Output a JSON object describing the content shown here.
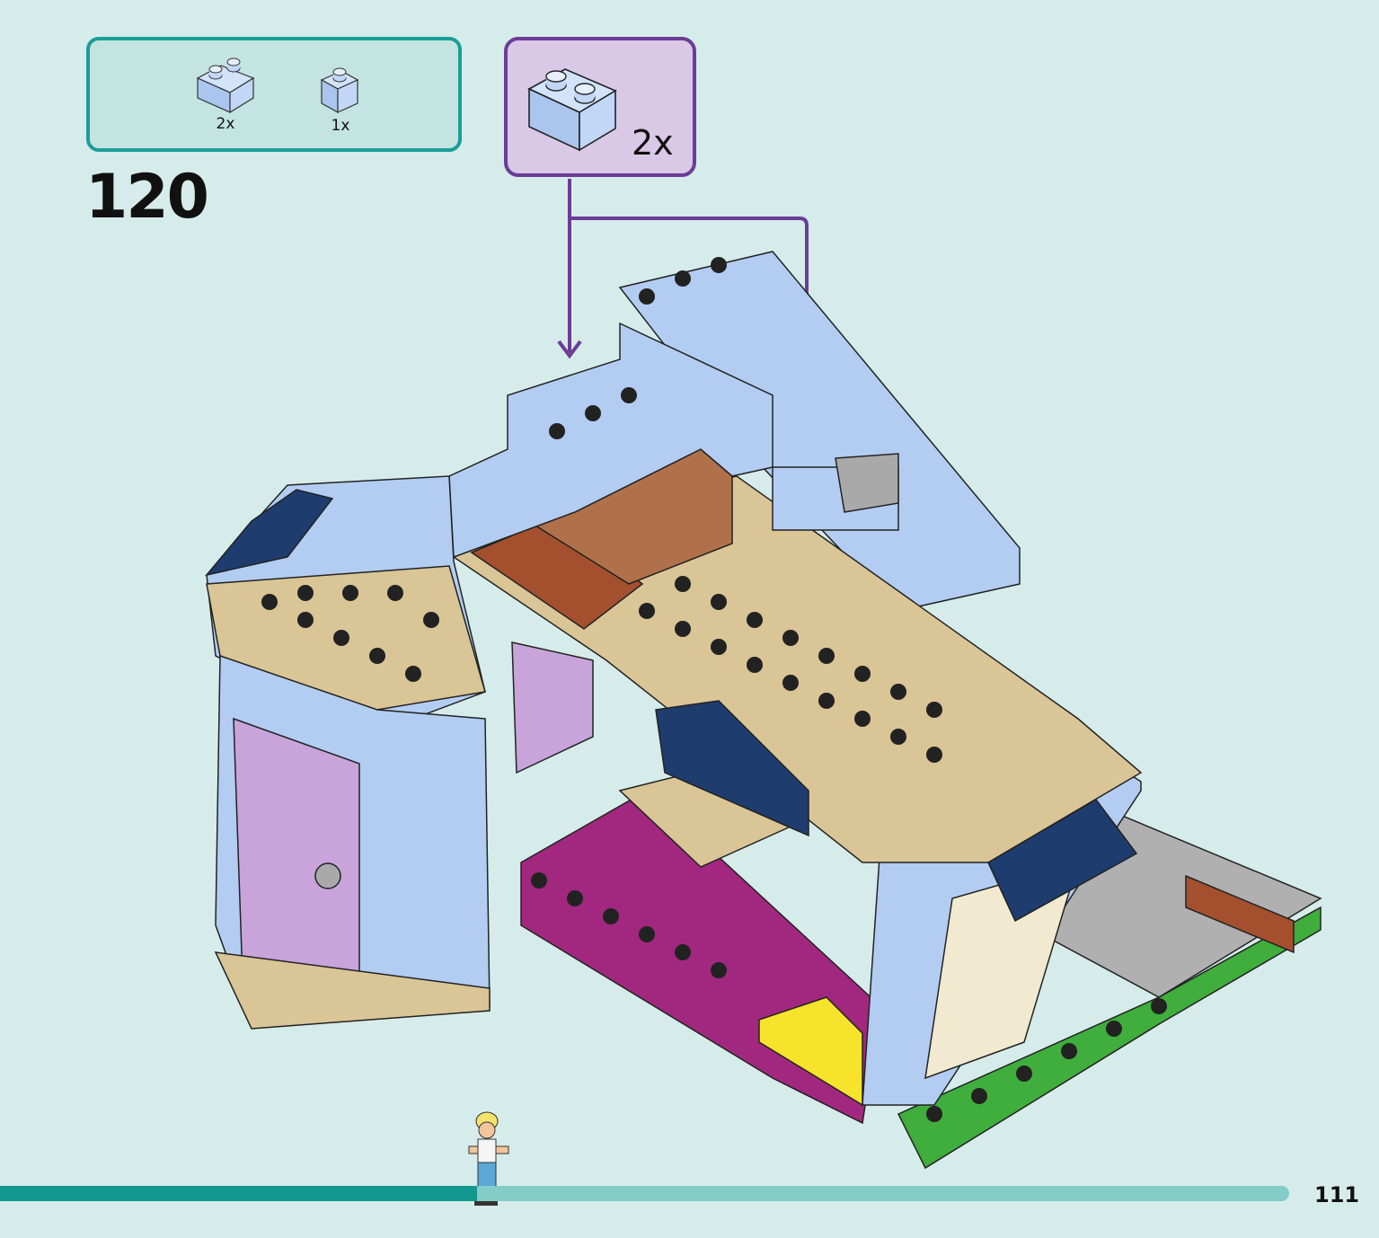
{
  "step": {
    "number": "120",
    "page_number": "111"
  },
  "parts_list": [
    {
      "qty": "2x",
      "icon": "brick-1x2-light-blue-icon",
      "color": "#b3cdf2"
    },
    {
      "qty": "1x",
      "icon": "brick-1x1-light-blue-icon",
      "color": "#b3cdf2"
    }
  ],
  "callout": {
    "qty": "2x",
    "icon": "brick-1x2-light-blue-icon",
    "color": "#b3cdf2",
    "accent": "#6b3d97"
  },
  "progress": {
    "value": 0.37
  },
  "colors": {
    "background": "#d6ecea",
    "parts_border": "#1b9e98",
    "brick_light_blue": "#b3cdf2",
    "tan": "#d9c596",
    "magenta": "#a2287f",
    "green": "#3fae3c",
    "dark_blue": "#1f3c6e",
    "brown": "#a4502f",
    "lavender": "#c8a4da",
    "grey": "#a9a9a9"
  }
}
